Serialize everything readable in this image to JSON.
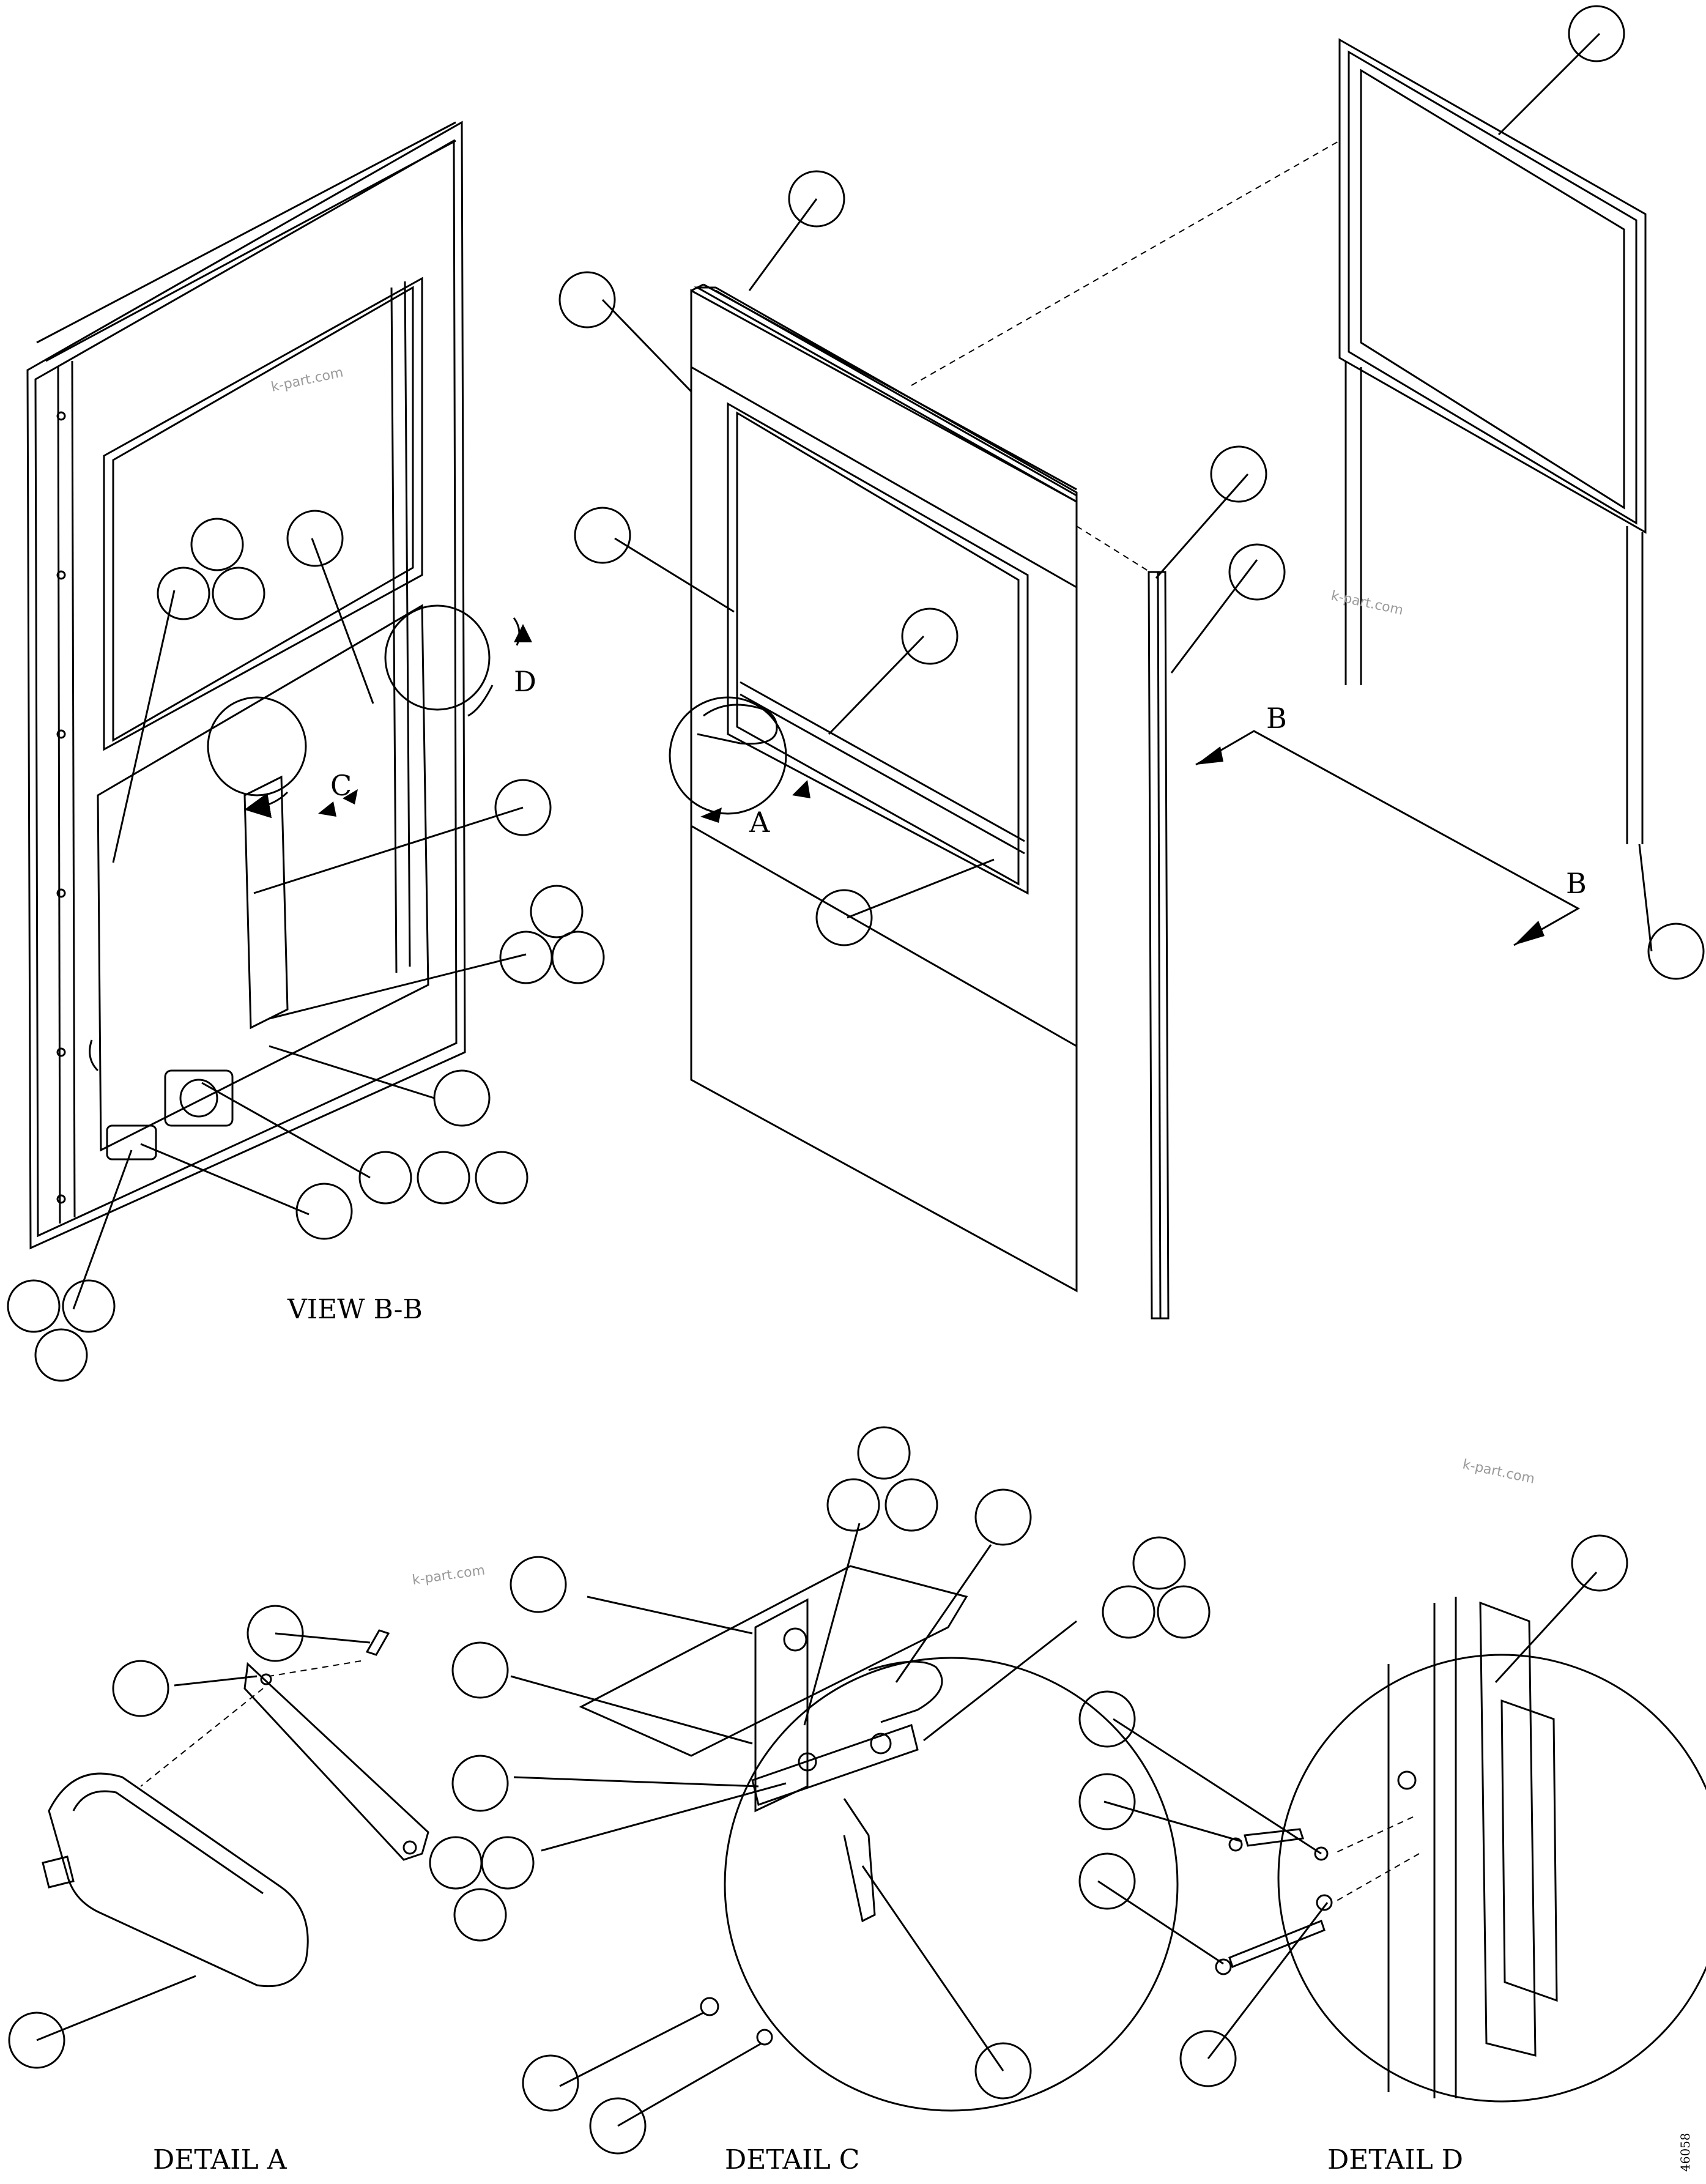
{
  "views": {
    "b_b": {
      "caption": "VIEW B-B"
    },
    "main": {
      "label_a": "A",
      "label_b_top": "B",
      "label_b_bottom": "B",
      "label_c": "C",
      "label_d": "D"
    },
    "detail_a": {
      "caption": "DETAIL A"
    },
    "detail_c": {
      "caption": "DETAIL C"
    },
    "detail_d": {
      "caption": "DETAIL D"
    }
  },
  "watermarks": [
    "k-part.com",
    "k-part.com",
    "k-part.com",
    "k-part.com"
  ],
  "drawing_code": "46058"
}
